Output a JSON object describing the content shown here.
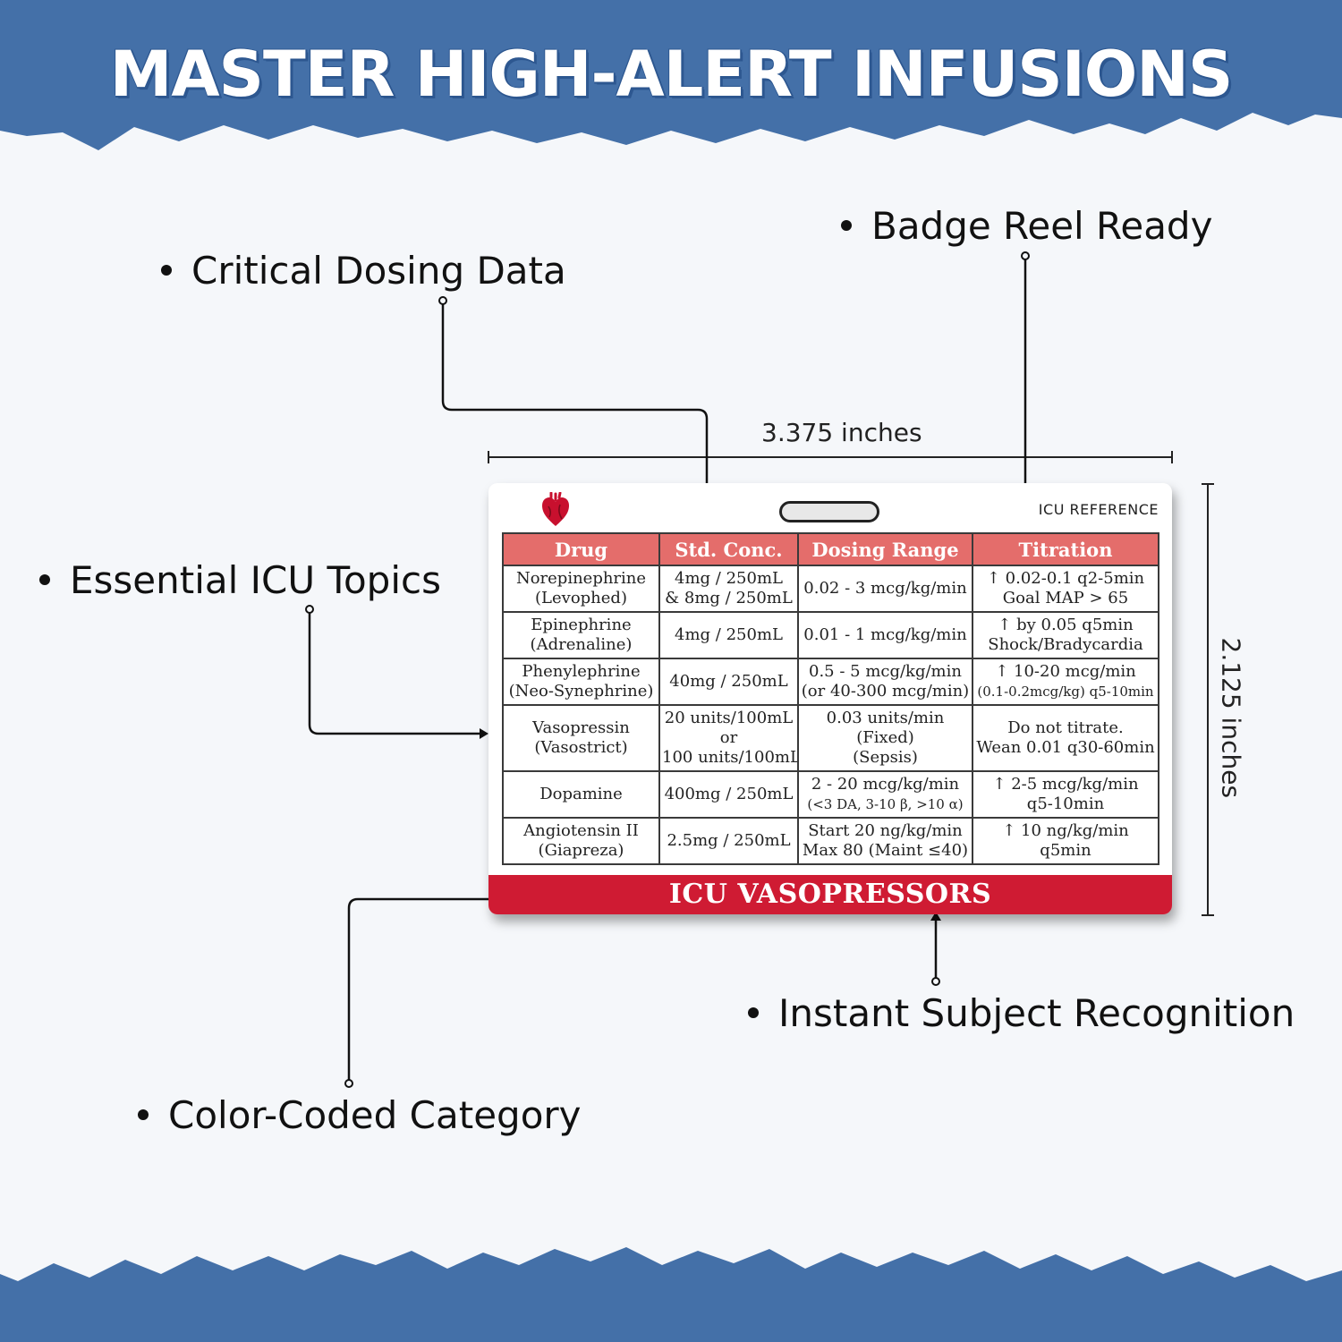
{
  "headline": "MASTER HIGH-ALERT INFUSIONS",
  "callouts": {
    "badge_reel": "Badge Reel Ready",
    "dosing": "Critical Dosing Data",
    "topics": "Essential ICU Topics",
    "recognition": "Instant Subject Recognition",
    "category": "Color-Coded Category"
  },
  "dimensions": {
    "width": "3.375 inches",
    "height": "2.125 inches"
  },
  "colors": {
    "brand_blue": "#4470a8",
    "header_red": "#e46d6b",
    "band_red": "#cf1b33"
  },
  "card": {
    "icon": "heart-icon",
    "reference_label": "ICU REFERENCE",
    "footer_title": "ICU VASOPRESSORS",
    "columns": [
      "Drug",
      "Std. Conc.",
      "Dosing Range",
      "Titration"
    ],
    "rows": [
      {
        "drug": [
          "Norepinephrine",
          "(Levophed)"
        ],
        "conc": [
          "4mg / 250mL",
          "& 8mg / 250mL"
        ],
        "dose": [
          "0.02 - 3 mcg/kg/min"
        ],
        "titration": [
          "↑ 0.02-0.1 q2-5min",
          "Goal MAP > 65"
        ]
      },
      {
        "drug": [
          "Epinephrine",
          "(Adrenaline)"
        ],
        "conc": [
          "4mg / 250mL"
        ],
        "dose": [
          "0.01 - 1 mcg/kg/min"
        ],
        "titration": [
          "↑ by 0.05 q5min",
          "Shock/Bradycardia"
        ]
      },
      {
        "drug": [
          "Phenylephrine",
          "(Neo-Synephrine)"
        ],
        "conc": [
          "40mg / 250mL"
        ],
        "dose": [
          "0.5 - 5 mcg/kg/min",
          "(or 40-300 mcg/min)"
        ],
        "titration": [
          "↑ 10-20 mcg/min",
          "(0.1-0.2mcg/kg) q5-10min"
        ]
      },
      {
        "drug": [
          "Vasopressin",
          "(Vasostrict)"
        ],
        "conc": [
          "20 units/100mL",
          "or",
          "100 units/100mL"
        ],
        "dose": [
          "0.03 units/min",
          "(Fixed)",
          "(Sepsis)"
        ],
        "titration": [
          "Do not titrate.",
          "Wean 0.01 q30-60min"
        ]
      },
      {
        "drug": [
          "Dopamine"
        ],
        "conc": [
          "400mg / 250mL"
        ],
        "dose": [
          "2 - 20 mcg/kg/min",
          "(<3 DA, 3-10 β, >10 α)"
        ],
        "titration": [
          "↑ 2-5 mcg/kg/min",
          "q5-10min"
        ]
      },
      {
        "drug": [
          "Angiotensin II",
          "(Giapreza)"
        ],
        "conc": [
          "2.5mg / 250mL"
        ],
        "dose": [
          "Start 20 ng/kg/min",
          "Max 80 (Maint ≤40)"
        ],
        "titration": [
          "↑ 10 ng/kg/min",
          "q5min"
        ]
      }
    ]
  }
}
